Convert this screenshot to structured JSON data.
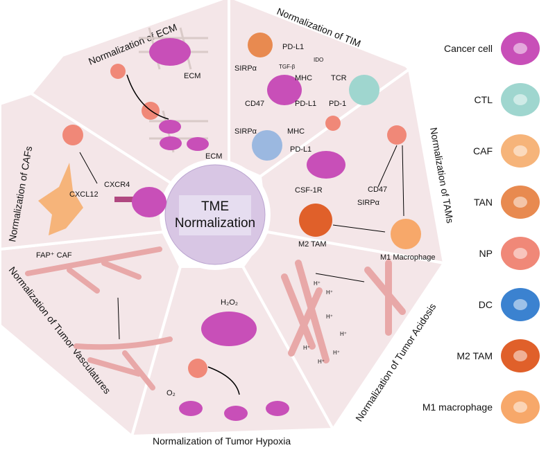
{
  "center": {
    "line1": "TME",
    "line2": "Normalization"
  },
  "segments": {
    "ecm": {
      "title": "Normalization of ECM",
      "labels": [
        "ECM",
        "ECM"
      ]
    },
    "tim": {
      "title": "Normalization of TIM",
      "labels": [
        "PD-L1",
        "IDO",
        "TGF-β",
        "SIRPα",
        "MHC",
        "TCR",
        "CD47",
        "PD-L1",
        "PD-1",
        "SIRPα",
        "MHC",
        "PD-L1"
      ]
    },
    "tams": {
      "title": "Normalization of TAMs",
      "labels": [
        "CSF-1R",
        "CD47",
        "SIRPα",
        "M2 TAM",
        "M1 Macrophage"
      ]
    },
    "acidosis": {
      "title": "Normalization of Tumor Acidosis",
      "labels": [
        "H⁺",
        "H⁺",
        "H⁺",
        "H⁺",
        "H⁺",
        "H⁺",
        "H⁺"
      ]
    },
    "hypoxia": {
      "title": "Normalization of Tumor Hypoxia",
      "labels": [
        "H₂O₂",
        "O₂"
      ]
    },
    "vasculature": {
      "title": "Normalization of Tumor Vasculatures"
    },
    "cafs": {
      "title": "Normalization of CAFs",
      "labels": [
        "CXCR4",
        "CXCL12",
        "FAP⁺ CAF"
      ]
    }
  },
  "legend": [
    {
      "label": "Cancer cell",
      "color": "#c84fb8"
    },
    {
      "label": "CTL",
      "color": "#9fd6cf"
    },
    {
      "label": "CAF",
      "color": "#f6b47a"
    },
    {
      "label": "TAN",
      "color": "#e88a50"
    },
    {
      "label": "NP",
      "color": "#f08878"
    },
    {
      "label": "DC",
      "color": "#3b82d0"
    },
    {
      "label": "M2 TAM",
      "color": "#e0602a"
    },
    {
      "label": "M1 macrophage",
      "color": "#f7a86a"
    }
  ]
}
